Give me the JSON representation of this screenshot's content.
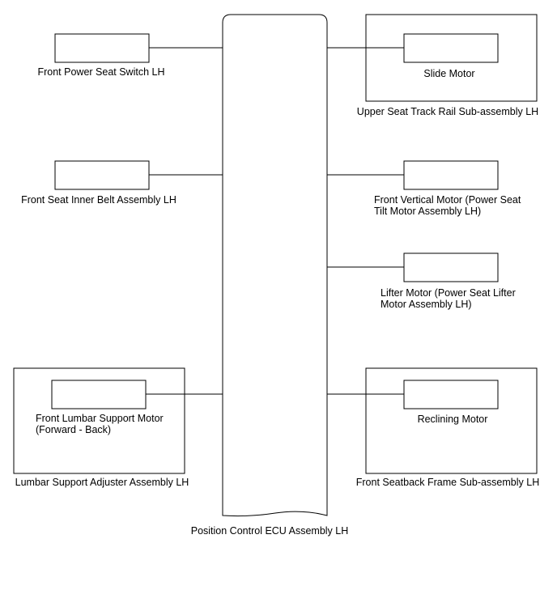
{
  "diagram": {
    "ecu": {
      "label": "Position Control ECU Assembly LH"
    },
    "left": {
      "seat_switch": {
        "label": "Front Power Seat Switch LH"
      },
      "inner_belt": {
        "label": "Front Seat Inner Belt Assembly LH"
      },
      "lumbar_group": {
        "label": "Lumbar Support Adjuster Assembly LH",
        "motor": {
          "line1": "Front Lumbar Support Motor",
          "line2": "(Forward - Back)"
        }
      }
    },
    "right": {
      "track_group": {
        "label": "Upper Seat Track Rail Sub-assembly LH",
        "motor": {
          "label": "Slide Motor"
        }
      },
      "vertical_motor": {
        "line1": "Front Vertical Motor (Power Seat",
        "line2": "Tilt Motor Assembly LH)"
      },
      "lifter_motor": {
        "line1": "Lifter Motor (Power Seat Lifter",
        "line2": "Motor Assembly LH)"
      },
      "seatback_group": {
        "label": "Front Seatback Frame Sub-assembly LH",
        "motor": {
          "label": "Reclining Motor"
        }
      }
    }
  }
}
